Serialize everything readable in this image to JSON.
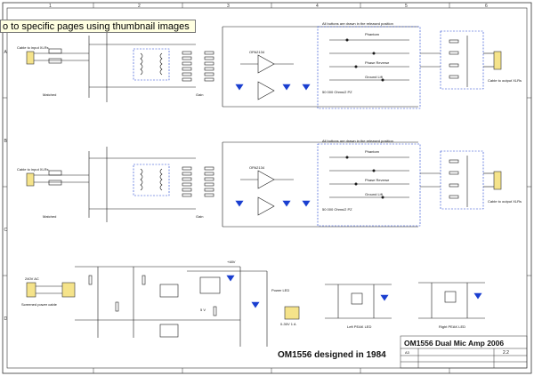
{
  "viewer": {
    "tooltip": "o to specific pages using thumbnail images"
  },
  "schematic": {
    "grid_columns": [
      "1",
      "2",
      "3",
      "4",
      "5",
      "6"
    ],
    "grid_rows": [
      "A",
      "B",
      "C",
      "D"
    ],
    "designed_note": "OM1556  designed in 1984",
    "title_block": {
      "title": "OM1556 Dual Mic Amp 2006",
      "revision": "2.2",
      "size": "A3"
    },
    "labels": {
      "switch_note_top": "All buttons are drawn in the released position",
      "switch_note_bottom": "All buttons are drawn in the released position",
      "phantom": "Phantom",
      "phase_reverse": "Phase Reverse",
      "ground_lift": "Ground Lift",
      "ohms_top": "50 000 Ohms/2 PZ",
      "ohms_bottom": "50 000 Ohms/2 PZ",
      "cable_in_top": "Cable to input XLRs",
      "cable_out_top": "Cable to output XLRs",
      "cable_in_bottom": "Cable to input XLRs",
      "cable_out_bottom": "Cable to output XLRs",
      "left_peak": "Left PEAK LED",
      "right_peak": "Right PEAK LED",
      "power_led": "Power LED",
      "supply_0_6": "0-30V 1 A",
      "supply_vac": "240V AC",
      "supply_vac_note": "Screened power cable",
      "r48v": "+48V",
      "r5v": "5 V",
      "matched_top": "Matched",
      "matched_bottom": "Matched",
      "gain_top": "Gain",
      "gain_bottom": "Gain",
      "opa_top": "OPA2134",
      "opa_bottom": "OPA2134"
    }
  }
}
